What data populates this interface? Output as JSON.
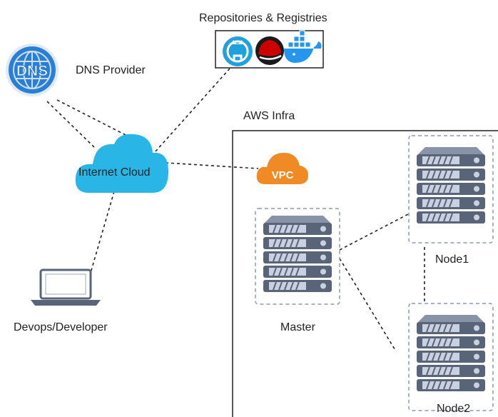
{
  "labels": {
    "repos": "Repositories & Registries",
    "dns": "DNS Provider",
    "internet": "Internet Cloud",
    "aws": "AWS Infra",
    "vpc": "VPC",
    "dns_badge": "DNS",
    "devops": "Devops/Developer",
    "master": "Master",
    "node1": "Node1",
    "node2": "Node2"
  },
  "icons": {
    "dns": "globe-dns-icon",
    "github": "github-icon",
    "redhat": "redhat-icon",
    "docker": "docker-icon",
    "cloud": "cloud-icon",
    "vpc": "vpc-cloud-icon",
    "laptop": "laptop-icon",
    "server": "server-rack-icon"
  },
  "colors": {
    "cloud": "#29b6e6",
    "vpc": "#f08a24",
    "dns_globe": "#2a7fd4",
    "github_bg": "#1fa1dd",
    "redhat": "#cc0000",
    "docker": "#2496ed",
    "server_dark": "#5a6478",
    "server_light": "#c9d1e1",
    "group_border": "#8a99b8"
  }
}
